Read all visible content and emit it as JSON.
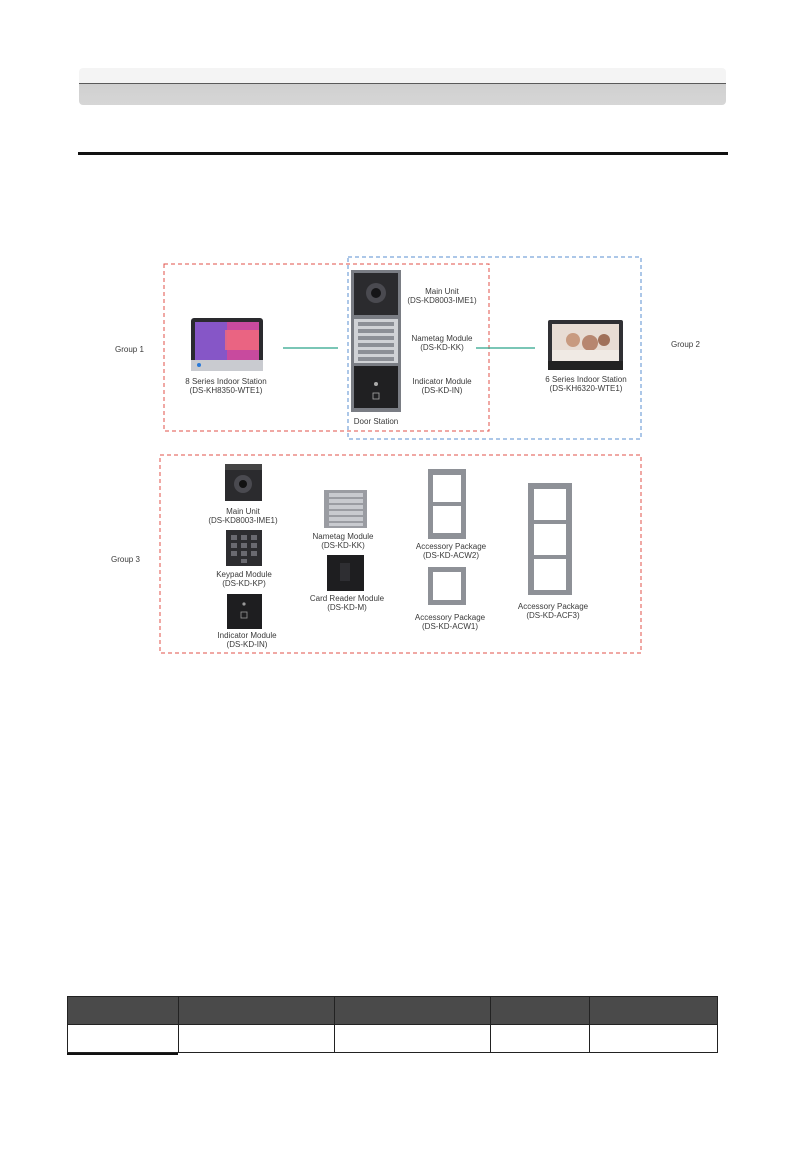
{
  "groups": {
    "group1": "Group 1",
    "group2": "Group 2",
    "group3": "Group 3"
  },
  "topology": {
    "indoor8": {
      "name": "8 Series Indoor Station",
      "model": "(DS-KH8350-WTE1)"
    },
    "indoor6": {
      "name": "6 Series Indoor Station",
      "model": "(DS-KH6320-WTE1)"
    },
    "door_station": "Door Station",
    "main_unit": {
      "name": "Main Unit",
      "model": "(DS-KD8003-IME1)"
    },
    "nametag": {
      "name": "Nametag Module",
      "model": "(DS-KD-KK)"
    },
    "indicator": {
      "name": "Indicator Module",
      "model": "(DS-KD-IN)"
    }
  },
  "modules": {
    "main_unit": {
      "name": "Main Unit",
      "model": "(DS-KD8003-IME1)"
    },
    "keypad": {
      "name": "Keypad Module",
      "model": "(DS-KD-KP)"
    },
    "indicator": {
      "name": "Indicator Module",
      "model": "(DS-KD-IN)"
    },
    "nametag": {
      "name": "Nametag Module",
      "model": "(DS-KD-KK)"
    },
    "card_reader": {
      "name": "Card Reader Module",
      "model": "(DS-KD-M)"
    },
    "acw2": {
      "name": "Accessory Package",
      "model": "(DS-KD-ACW2)"
    },
    "acw1": {
      "name": "Accessory Package",
      "model": "(DS-KD-ACW1)"
    },
    "acf3": {
      "name": "Accessory Package",
      "model": "(DS-KD-ACF3)"
    }
  },
  "colors": {
    "group1_border": "#e0504a",
    "group2_border": "#5a8fd0",
    "group3_border": "#e0504a",
    "link_line": "#2aa58a",
    "device_gray": "#7a7d84",
    "device_dark": "#1e1e20"
  },
  "table": {
    "columns": 5,
    "rows": 2
  }
}
